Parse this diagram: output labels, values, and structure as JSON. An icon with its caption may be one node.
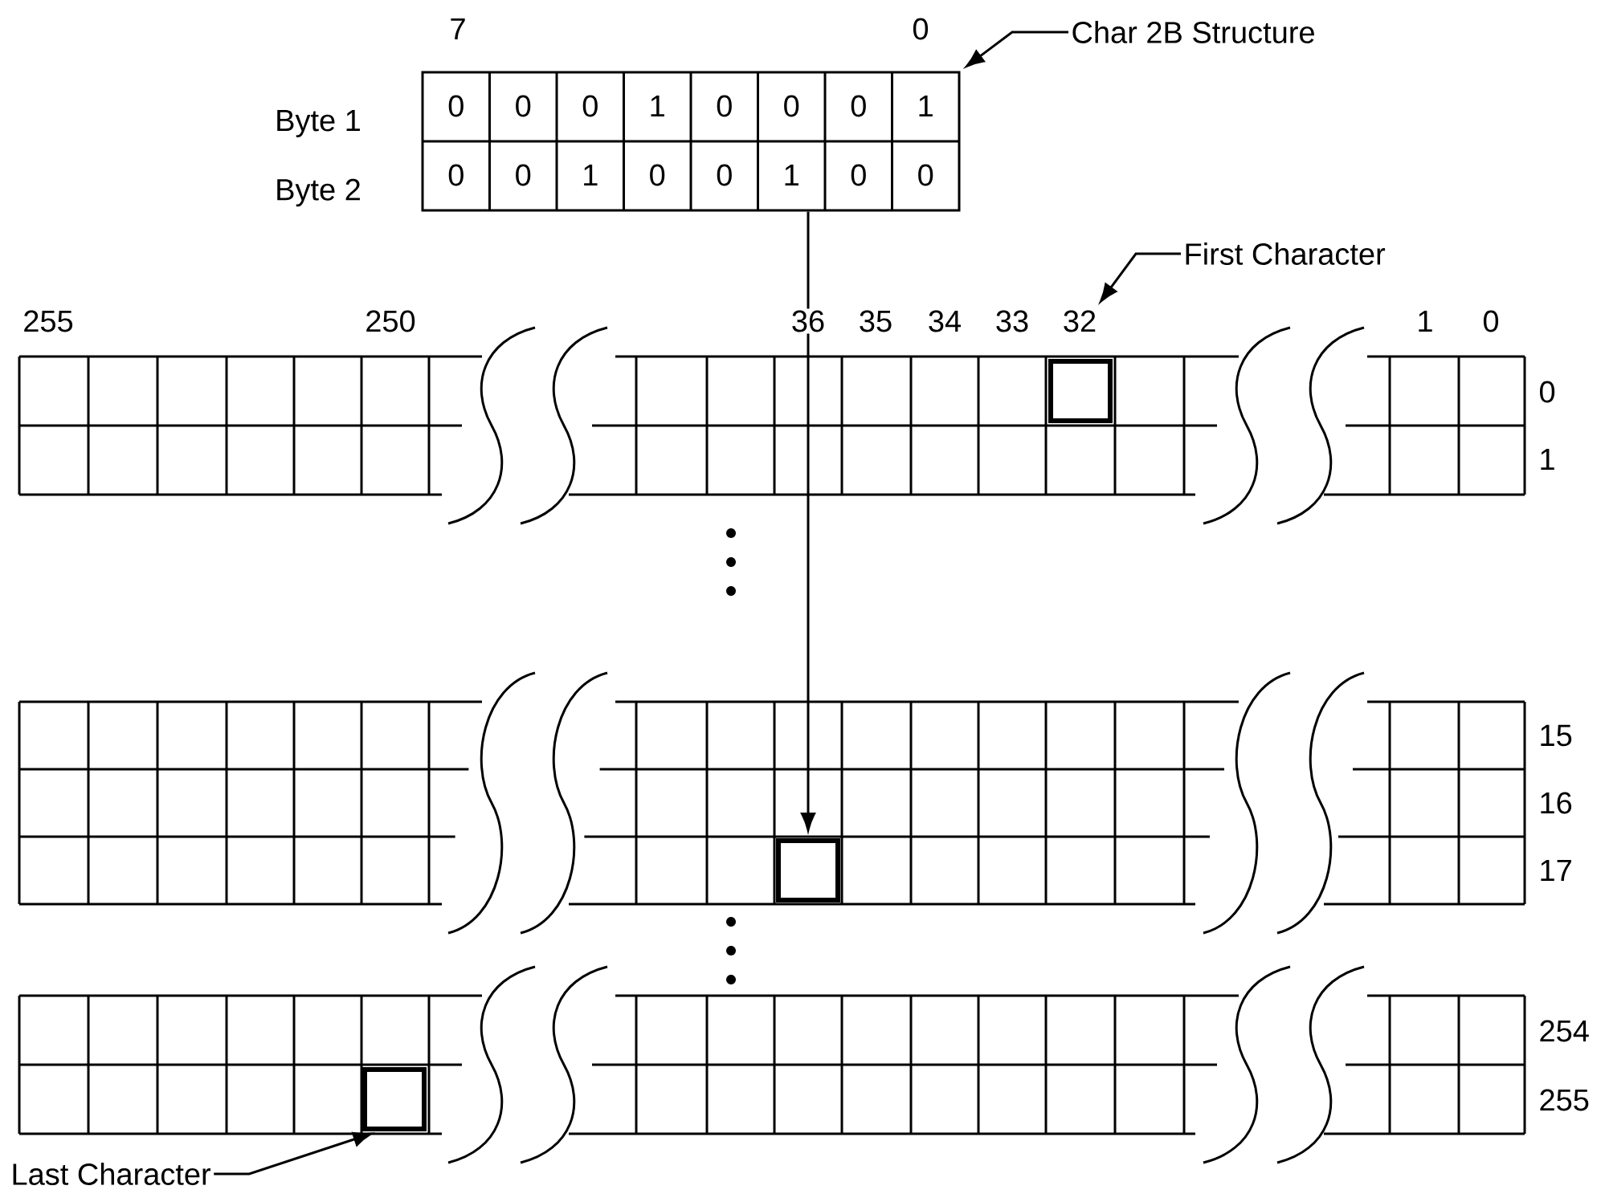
{
  "diagram": {
    "nodes": [
      {
        "text": [
          "Char 2B Structure"
        ]
      },
      {
        "text": [],
        "shape": "box"
      },
      {
        "text": [
          "First Character"
        ]
      },
      {
        "text": [
          "32"
        ]
      },
      {
        "text": [],
        "shape": "box"
      },
      {
        "text": [],
        "shape": "box"
      },
      {
        "text": [
          "Last Character"
        ]
      },
      {
        "text": [],
        "shape": "box"
      }
    ],
    "edges": [
      {
        "from": 0,
        "to": 1,
        "arrow": "to"
      },
      {
        "from": 2,
        "to": 3,
        "arrow": "to"
      },
      {
        "from": 1,
        "to": 5,
        "arrow": "to"
      },
      {
        "from": 6,
        "to": 7,
        "arrow": "to"
      }
    ],
    "labels": [
      "7",
      "0",
      "0",
      "0",
      "0",
      "1",
      "0",
      "0",
      "0",
      "1",
      "0",
      "0",
      "1",
      "0",
      "0",
      "1",
      "0",
      "0",
      "Byte 1",
      "Byte 2",
      "255",
      "250",
      "36",
      "35",
      "34",
      "33",
      "1",
      "0",
      "0",
      "1",
      "15",
      "16",
      "17",
      "254",
      "255"
    ]
  }
}
